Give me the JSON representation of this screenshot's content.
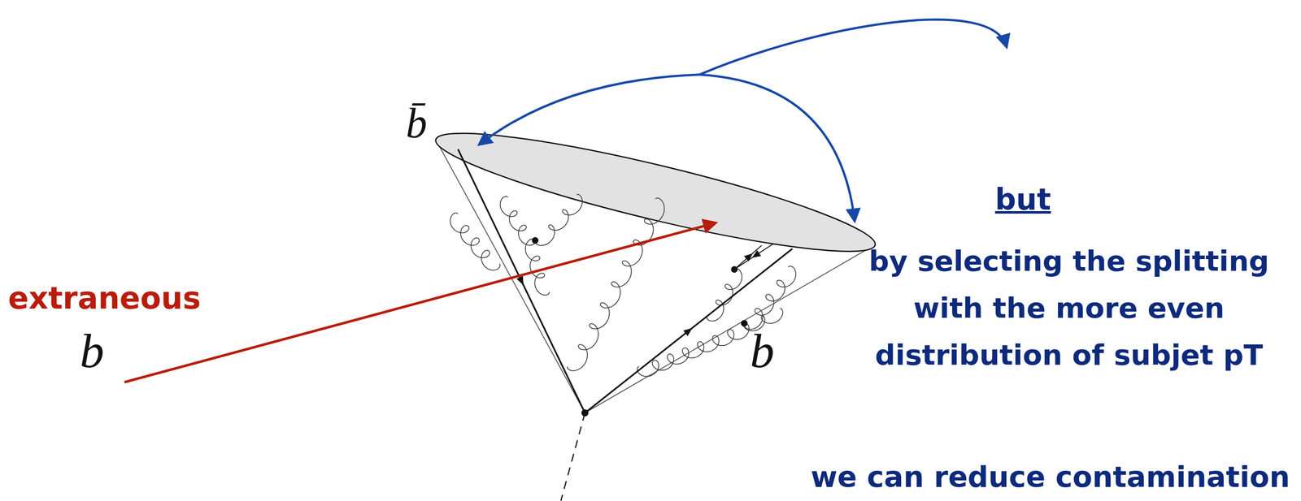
{
  "diagram": {
    "labels": [
      "b̄",
      "extraneous",
      "b",
      "b",
      "but",
      "by selecting the splitting with the more even distribution of subjet pT",
      "we can reduce contamination"
    ]
  }
}
